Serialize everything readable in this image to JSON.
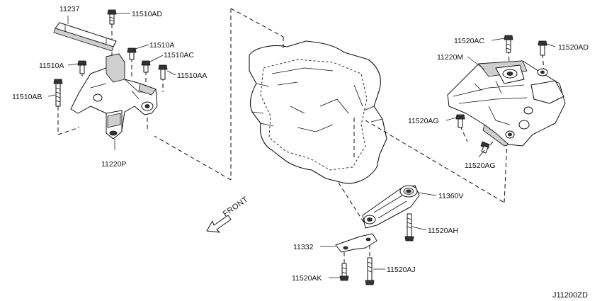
{
  "diagram": {
    "part_numbers": {
      "p11237": "11237",
      "p11510AD": "11510AD",
      "p11510A_top": "11510A",
      "p11510AC": "11510AC",
      "p11510A_left": "11510A",
      "p11510AA": "11510AA",
      "p11510AB": "11510AB",
      "p11220P": "11220P",
      "p11520AC": "11520AC",
      "p11520AD": "11520AD",
      "p11220M": "11220M",
      "p11520AG_upper": "11520AG",
      "p11520AG_lower": "11520AG",
      "p11360V": "11360V",
      "p11520AH": "11520AH",
      "p11332": "11332",
      "p11520AK": "11520AK",
      "p11520AJ": "11520AJ"
    },
    "direction_label": "FRONT",
    "figure_code": "J11200ZD"
  }
}
